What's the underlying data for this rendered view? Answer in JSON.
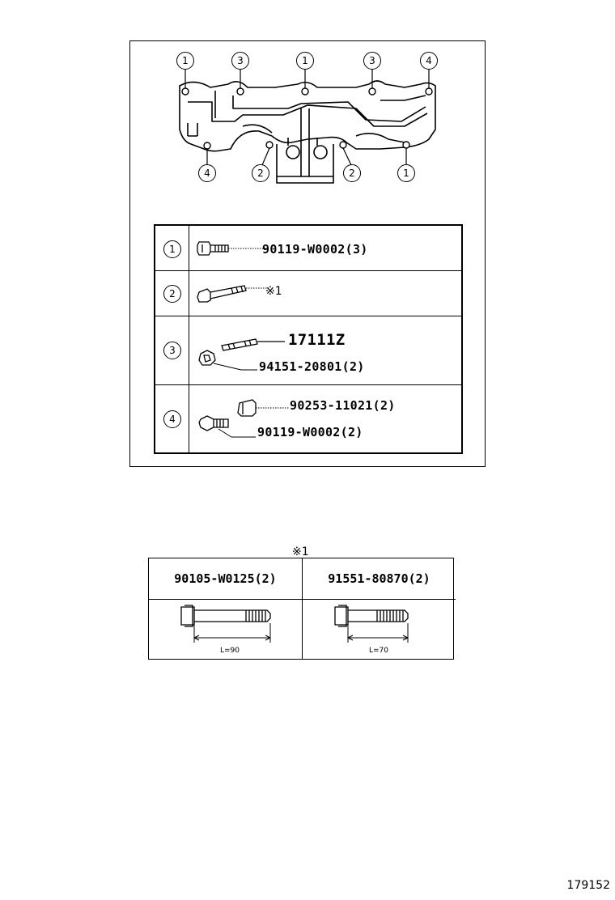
{
  "diagram": {
    "callouts_top": [
      "1",
      "3",
      "1",
      "3",
      "4"
    ],
    "callouts_bottom": [
      "4",
      "2",
      "2",
      "1"
    ]
  },
  "parts": [
    {
      "index": "1",
      "labels": [
        "90119-W0002(3)"
      ]
    },
    {
      "index": "2",
      "labels": [
        "※1"
      ]
    },
    {
      "index": "3",
      "labels": [
        "17111Z",
        "94151-20801(2)"
      ]
    },
    {
      "index": "4",
      "labels": [
        "90253-11021(2)",
        "90119-W0002(2)"
      ]
    }
  ],
  "note": {
    "marker": "※1",
    "bolts": [
      {
        "part": "90105-W0125(2)",
        "length": "L=90"
      },
      {
        "part": "91551-80870(2)",
        "length": "L=70"
      }
    ]
  },
  "illustration_id": "179152"
}
